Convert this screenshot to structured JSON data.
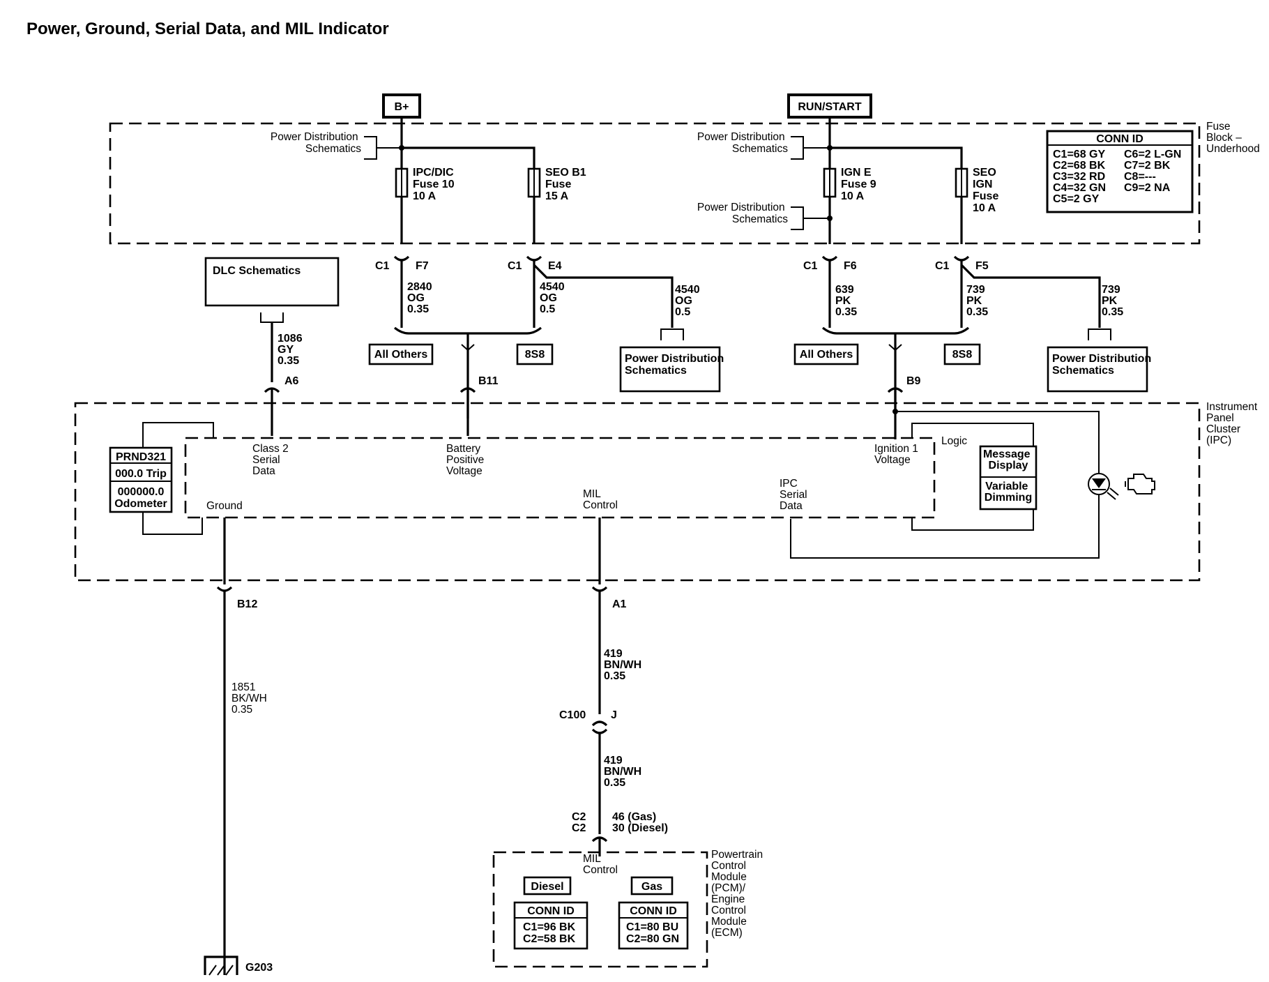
{
  "title": "Power, Ground, Serial Data, and MIL Indicator",
  "sources": {
    "bplus": "B+",
    "run_start": "RUN/START"
  },
  "fuse_block": {
    "name_lines": [
      "Fuse",
      "Block –",
      "Underhood"
    ],
    "pd_left": [
      "Power Distribution",
      "Schematics"
    ],
    "pd_right_top": [
      "Power Distribution",
      "Schematics"
    ],
    "pd_right_mid": [
      "Power Distribution",
      "Schematics"
    ],
    "fuse_ipc": [
      "IPC/DIC",
      "Fuse 10",
      "10 A"
    ],
    "fuse_seo_b1": [
      "SEO  B1",
      "Fuse",
      "15 A"
    ],
    "fuse_ign_e": [
      "IGN E",
      "Fuse 9",
      "10 A"
    ],
    "fuse_seo_ign": [
      "SEO",
      "IGN",
      "Fuse",
      "10 A"
    ],
    "conn_id": {
      "header": "CONN ID",
      "left": [
        "C1=68 GY",
        "C2=68 BK",
        "C3=32 RD",
        "C4=32 GN",
        "C5=2 GY"
      ],
      "right": [
        "C6=2 L-GN",
        "C7=2 BK",
        "C8=---",
        "C9=2 NA"
      ]
    }
  },
  "connectors": {
    "c1": "C1",
    "f7": "F7",
    "e4": "E4",
    "f6": "F6",
    "f5": "F5",
    "a6": "A6",
    "b11": "B11",
    "b9": "B9",
    "b12": "B12",
    "a1": "A1",
    "c100": "C100",
    "j": "J",
    "c2_pair": [
      "C2",
      "C2"
    ],
    "c2_pins": [
      "46 (Gas)",
      "30 (Diesel)"
    ],
    "ground": "G203"
  },
  "wires": {
    "w2840": [
      "2840",
      "OG",
      "0.35"
    ],
    "w4540a": [
      "4540",
      "OG",
      "0.5"
    ],
    "w4540b": [
      "4540",
      "OG",
      "0.5"
    ],
    "w639": [
      "639",
      "PK",
      "0.35"
    ],
    "w739a": [
      "739",
      "PK",
      "0.35"
    ],
    "w739b": [
      "739",
      "PK",
      "0.35"
    ],
    "w1086": [
      "1086",
      "GY",
      "0.35"
    ],
    "w1851": [
      "1851",
      "BK/WH",
      "0.35"
    ],
    "w419a": [
      "419",
      "BN/WH",
      "0.35"
    ],
    "w419b": [
      "419",
      "BN/WH",
      "0.35"
    ]
  },
  "boxes": {
    "dlc": "DLC Schematics",
    "all_others_left": "All Others",
    "ss8_left": "8S8",
    "pd_box_left": [
      "Power Distribution",
      "Schematics"
    ],
    "all_others_right": "All Others",
    "ss8_right": "8S8",
    "pd_box_right": [
      "Power Distribution",
      "Schematics"
    ]
  },
  "ipc": {
    "name_lines": [
      "Instrument",
      "Panel",
      "Cluster",
      "(IPC)"
    ],
    "display_items": [
      "PRND321",
      "000.0 Trip",
      "000000.0",
      "Odometer"
    ],
    "class2": [
      "Class 2",
      "Serial",
      "Data"
    ],
    "battery": [
      "Battery",
      "Positive",
      "Voltage"
    ],
    "ignition": [
      "Ignition 1",
      "Voltage"
    ],
    "logic": "Logic",
    "message_display": [
      "Message",
      "Display"
    ],
    "variable_dimming": [
      "Variable",
      "Dimming"
    ],
    "ipc_serial": [
      "IPC",
      "Serial",
      "Data"
    ],
    "ground": "Ground",
    "mil_control": [
      "MIL",
      "Control"
    ],
    "mil_icon": "check-engine-icon"
  },
  "pcm": {
    "name_lines": [
      "Powertrain",
      "Control",
      "Module",
      "(PCM)/",
      "Engine",
      "Control",
      "Module",
      "(ECM)"
    ],
    "mil_control": [
      "MIL",
      "Control"
    ],
    "diesel": "Diesel",
    "gas": "Gas",
    "diesel_conn": {
      "header": "CONN ID",
      "lines": [
        "C1=96 BK",
        "C2=58 BK"
      ]
    },
    "gas_conn": {
      "header": "CONN ID",
      "lines": [
        "C1=80 BU",
        "C2=80 GN"
      ]
    }
  }
}
